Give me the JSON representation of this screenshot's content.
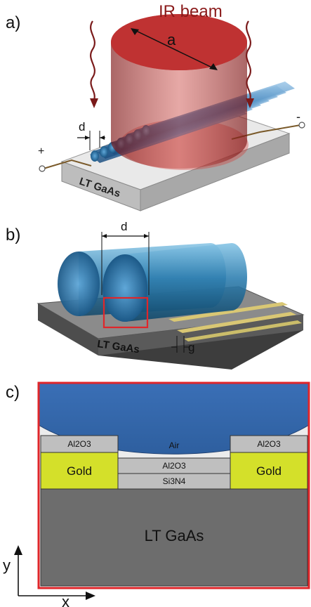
{
  "panel_a": {
    "letter": "a)",
    "beam_label": "IR beam",
    "beam_width_label": "a",
    "spacing_label": "d",
    "substrate_label": "LT GaAs",
    "plus_label": "+",
    "minus_label": "-"
  },
  "panel_b": {
    "letter": "b)",
    "spacing_label": "d",
    "substrate_label": "LT GaAs",
    "gap_label": "g"
  },
  "panel_c": {
    "letter": "c)",
    "layers": {
      "al2o3_left": "Al2O3",
      "al2o3_right": "Al2O3",
      "air": "Air",
      "al2o3_center": "Al2O3",
      "si3n4": "Si3N4",
      "gold_left": "Gold",
      "gold_right": "Gold",
      "substrate": "LT GaAs"
    },
    "axis_y": "y",
    "axis_x": "x"
  },
  "colors": {
    "beam": "#c0392b",
    "gold_fill": "#d4e02a",
    "frame": "#e0262a",
    "fiber": "#3e6fb3",
    "substrate_dark": "#6d6d6d",
    "layer_gray": "#bfbfbf",
    "air": "#ececec"
  }
}
